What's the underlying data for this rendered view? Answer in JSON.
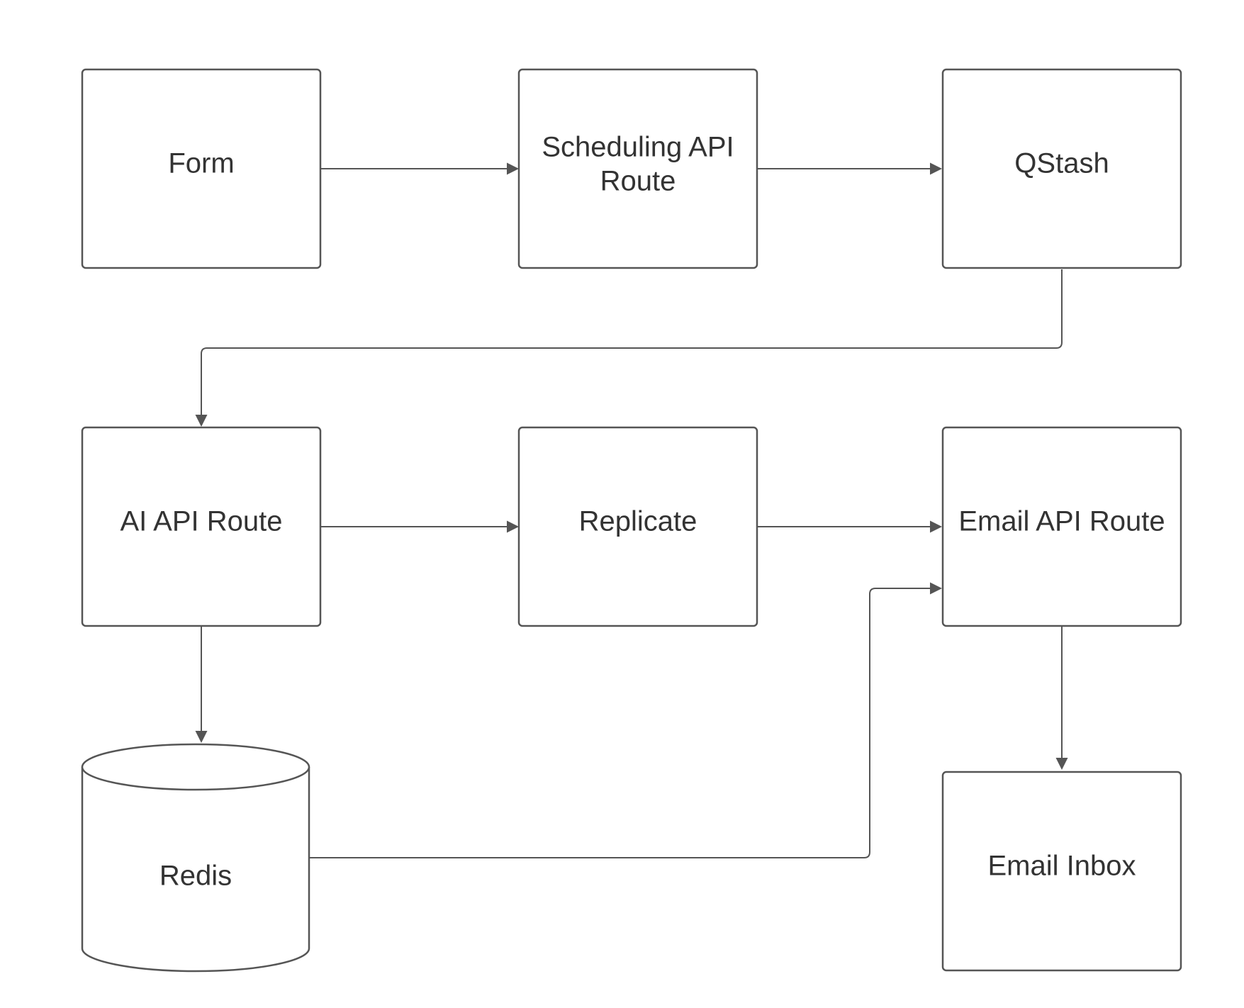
{
  "nodes": {
    "form": {
      "label": "Form",
      "shape": "box"
    },
    "scheduling": {
      "label_line1": "Scheduling API",
      "label_line2": "Route",
      "shape": "box"
    },
    "qstash": {
      "label": "QStash",
      "shape": "box"
    },
    "ai": {
      "label": "AI API Route",
      "shape": "box"
    },
    "replicate": {
      "label": "Replicate",
      "shape": "box"
    },
    "email_api": {
      "label": "Email API Route",
      "shape": "box"
    },
    "redis": {
      "label": "Redis",
      "shape": "cylinder"
    },
    "inbox": {
      "label": "Email Inbox",
      "shape": "box"
    }
  },
  "edges": [
    {
      "from": "Form",
      "to": "Scheduling API Route"
    },
    {
      "from": "Scheduling API Route",
      "to": "QStash"
    },
    {
      "from": "QStash",
      "to": "AI API Route"
    },
    {
      "from": "AI API Route",
      "to": "Replicate"
    },
    {
      "from": "Replicate",
      "to": "Email API Route"
    },
    {
      "from": "AI API Route",
      "to": "Redis"
    },
    {
      "from": "Redis",
      "to": "Email API Route"
    },
    {
      "from": "Email API Route",
      "to": "Email Inbox"
    }
  ],
  "colors": {
    "stroke": "#555555",
    "text": "#333333",
    "background": "#ffffff"
  }
}
